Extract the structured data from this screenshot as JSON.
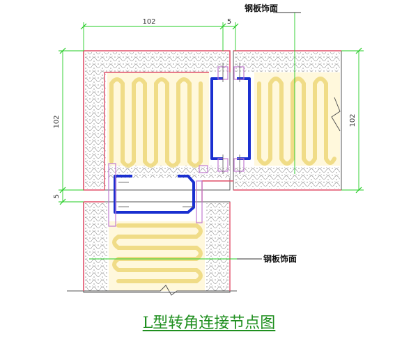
{
  "title": "L型转角连接节点图",
  "labels": {
    "top": "钢板饰面",
    "bottom": "钢板饰面"
  },
  "dimensions": {
    "top_main": "102",
    "top_small": "5",
    "left_main": "102",
    "left_small": "5",
    "right_main": "102"
  },
  "colors": {
    "dimension": "#22cc22",
    "steel_skin": "#e0506a",
    "core": "#f2e29a",
    "stud": "#1a2fd0",
    "wall_edge": "#555555",
    "title": "#1f8f1f"
  },
  "icons": {
    "insulation": "rock-wool-texture",
    "channel": "c-channel-steel"
  }
}
